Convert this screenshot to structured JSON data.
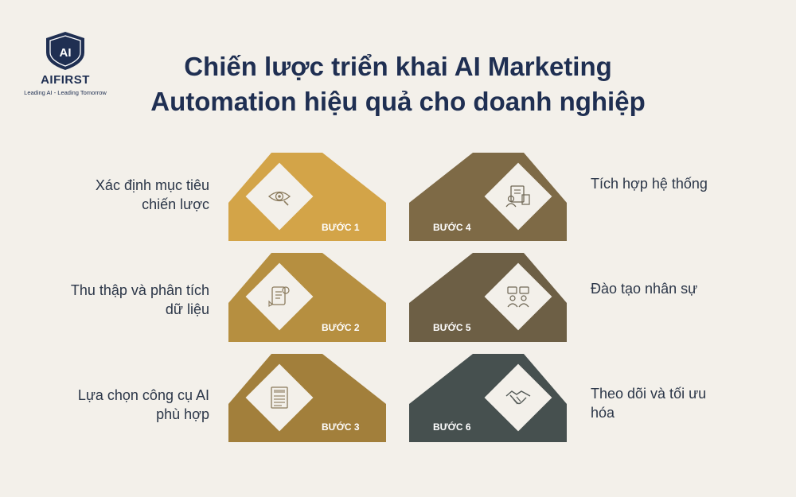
{
  "logo": {
    "emblem_text": "AI",
    "brand": "AIFIRST",
    "tagline": "Leading AI - Leading Tomorrow"
  },
  "title": {
    "line1": "Chiến lược triển khai AI Marketing",
    "line2": "Automation hiệu quả cho doanh nghiệp"
  },
  "colors": {
    "background": "#f3f0ea",
    "title": "#1f2f52",
    "step1": "#d3a448",
    "step2": "#b68f40",
    "step3": "#a27f3b",
    "step4": "#7e6a46",
    "step5": "#6d5f45",
    "step6": "#46504f"
  },
  "steps": [
    {
      "label": "Xác định mục tiêu chiến lược",
      "badge": "BƯỚC 1",
      "icon": "eye-search-icon"
    },
    {
      "label": "Thu thập và phân tích dữ liệu",
      "badge": "BƯỚC 2",
      "icon": "document-scroll-icon"
    },
    {
      "label": "Lựa chọn công cụ AI phù hợp",
      "badge": "BƯỚC 3",
      "icon": "report-form-icon"
    },
    {
      "label": "Tích hợp hệ thống",
      "badge": "BƯỚC 4",
      "icon": "profile-card-icon"
    },
    {
      "label": "Đào tạo nhân sự",
      "badge": "BƯỚC 5",
      "icon": "people-chat-icon"
    },
    {
      "label": "Theo dõi và tối ưu hóa",
      "badge": "BƯỚC 6",
      "icon": "handshake-icon"
    }
  ]
}
